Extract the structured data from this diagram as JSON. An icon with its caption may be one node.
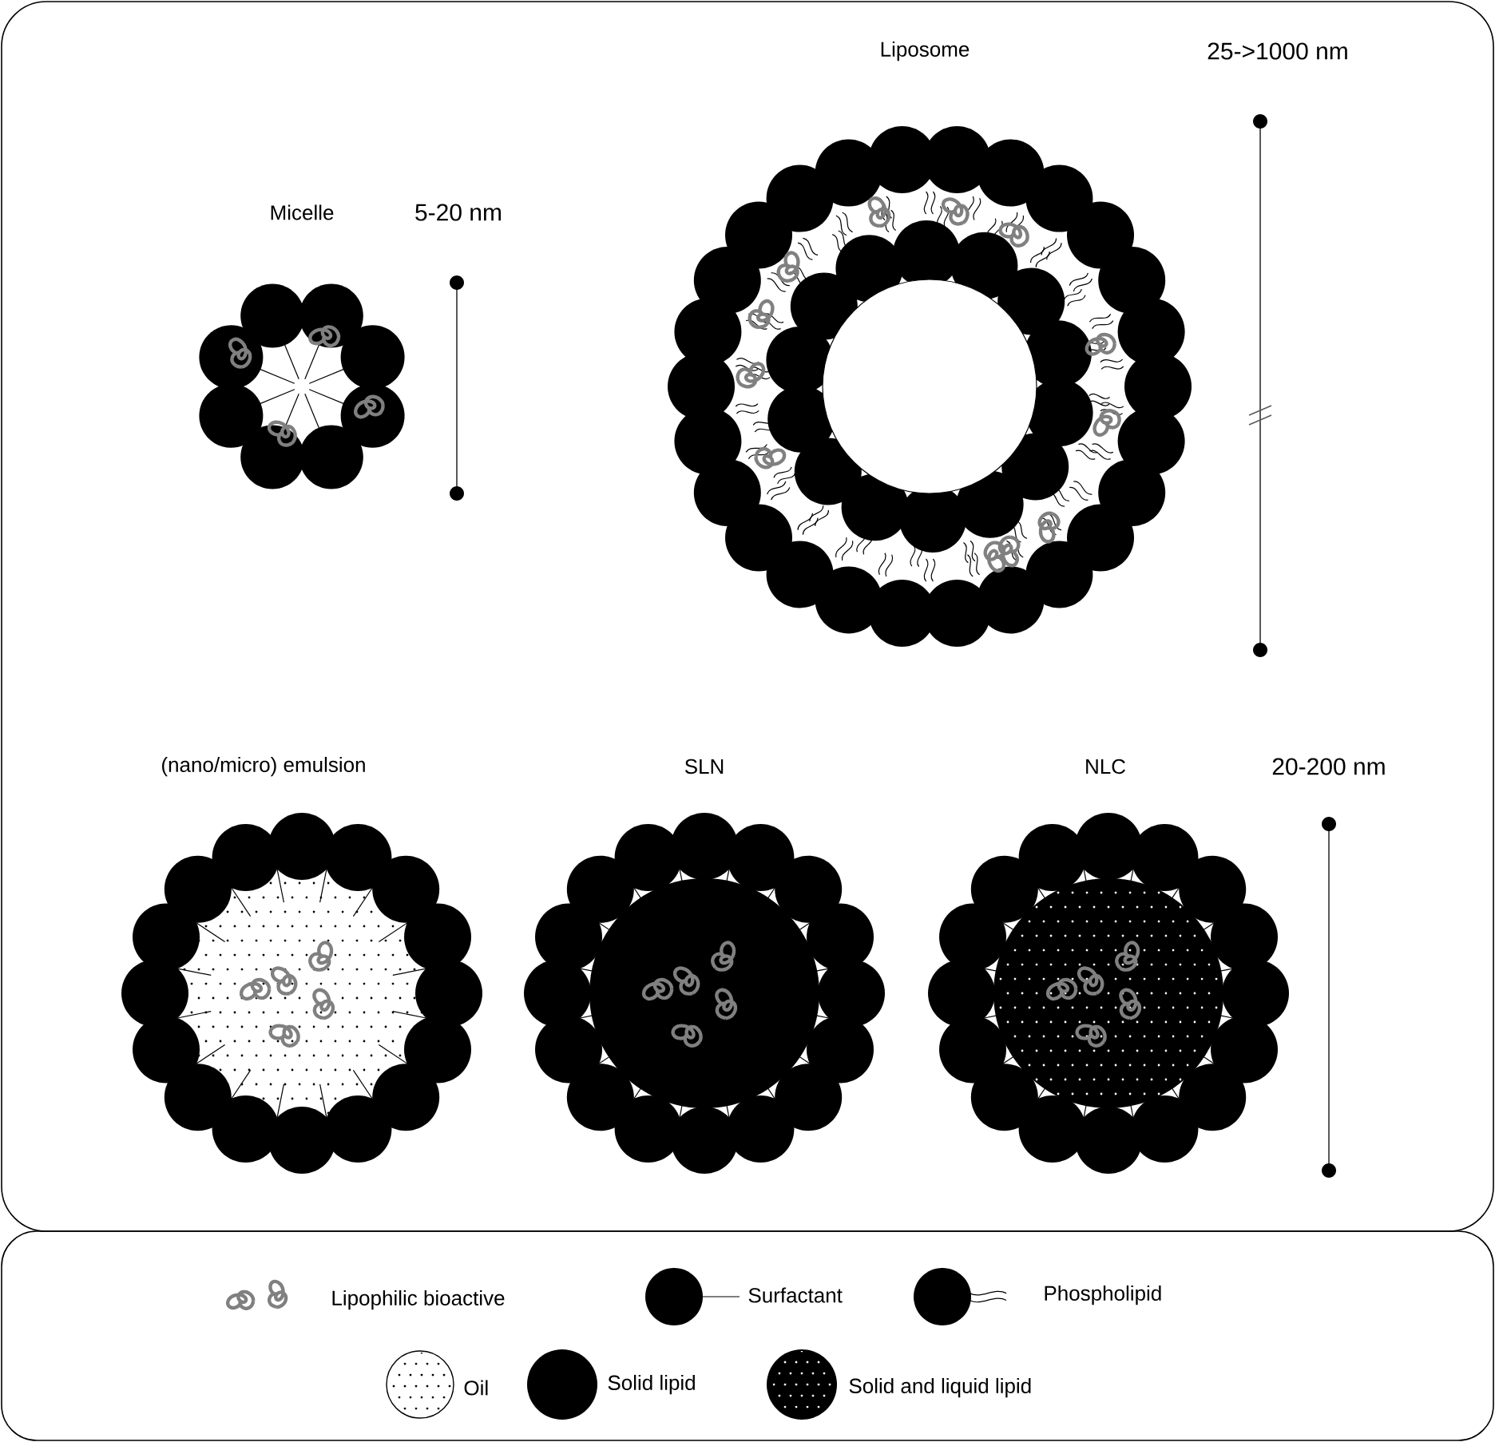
{
  "diagram": {
    "labels": [
      "Micelle",
      "5-20 nm",
      "Liposome",
      "25->1000 nm",
      "(nano/micro) emulsion",
      "SLN",
      "NLC",
      "20-200 nm"
    ],
    "legend": [
      {
        "text": "Lipophilic bioactive"
      },
      {
        "text": "Surfactant"
      },
      {
        "text": "Phospholipid"
      },
      {
        "text": "Oil"
      },
      {
        "text": "Solid lipid",
        "color": "#000000"
      },
      {
        "text": "Solid and liquid lipid"
      }
    ]
  }
}
